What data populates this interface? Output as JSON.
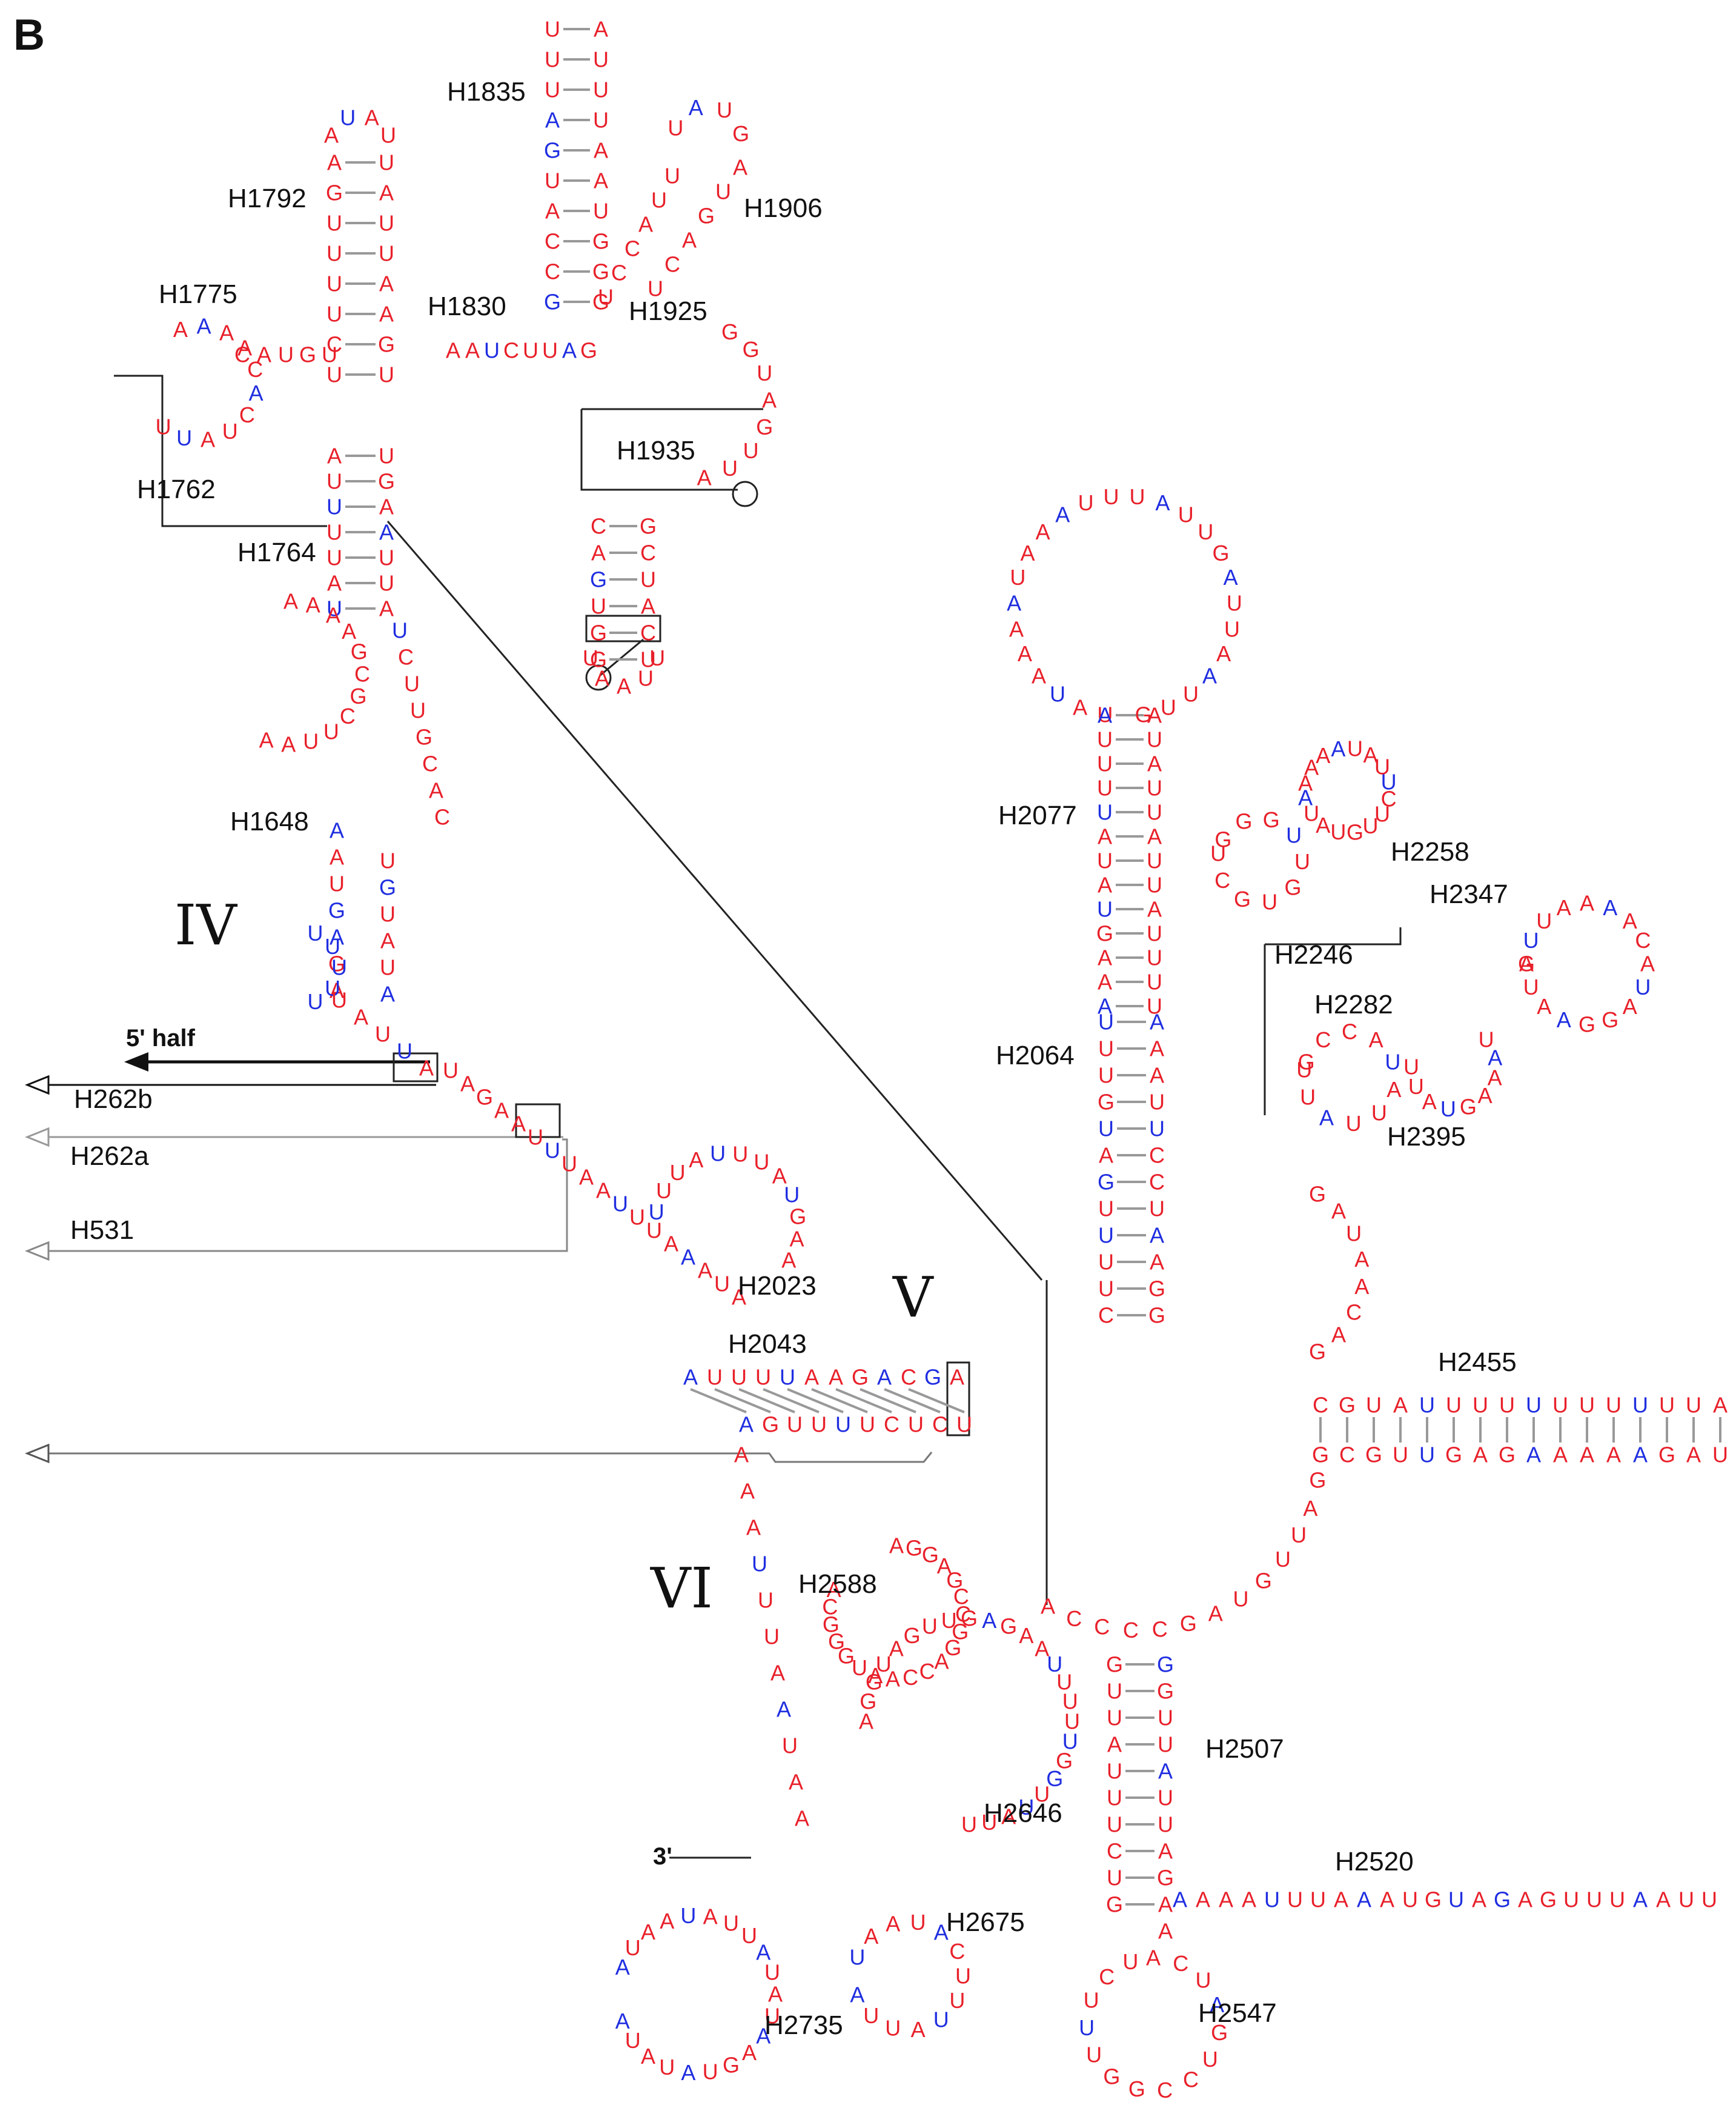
{
  "panel_label": "B",
  "domains": [
    "IV",
    "V",
    "VI"
  ],
  "end_labels": {
    "five_prime": "5' half",
    "three_prime": "3'"
  },
  "helix_labels": [
    "H1835",
    "H1792",
    "H1906",
    "H1775",
    "H1830",
    "H1925",
    "H1935",
    "H1762",
    "H1764",
    "H1648",
    "H262b",
    "H262a",
    "H531",
    "H2023",
    "H2043",
    "H2077",
    "H2258",
    "H2347",
    "H2246",
    "H2282",
    "H2064",
    "H2395",
    "H2455",
    "H2588",
    "H2507",
    "H2646",
    "H2520",
    "H2675",
    "H2547",
    "H2735"
  ],
  "colors": {
    "A": "#e8202a",
    "G": "#e8202a",
    "C": "#e8202a",
    "U": "#e8202a",
    "alt": "#1f2ee0",
    "dark": "#3a1a6a",
    "line": "#222222"
  },
  "nucleotide_strands": [
    {
      "id": "h1835_l",
      "seq": "UUUAGUACCG",
      "color": "mixed"
    },
    {
      "id": "h1835_r",
      "seq": "AUUUAAUGGG",
      "color": "red"
    },
    {
      "id": "h1792_l",
      "seq": "AGUUUUCU",
      "color": "red"
    },
    {
      "id": "h1792_r",
      "seq": "UAUUAAGU",
      "color": "red"
    },
    {
      "id": "h1792_loop",
      "seq": "AUAU",
      "color": "mixed"
    },
    {
      "id": "h1906_l",
      "seq": "UUACCU",
      "color": "red"
    },
    {
      "id": "h1906_r",
      "seq": "AUGACU",
      "color": "red"
    },
    {
      "id": "h1906_loop",
      "seq": "UAUG",
      "color": "mixed"
    },
    {
      "id": "h1775_loop",
      "seq": "AAAACACUAUU",
      "color": "mixed"
    },
    {
      "id": "h1775_stem",
      "seq": "CAUGU",
      "color": "red"
    },
    {
      "id": "h1830_l",
      "seq": "AAUCUUAG",
      "color": "mixed"
    },
    {
      "id": "h1925_seg",
      "seq": "GGUAGUUA",
      "color": "red"
    },
    {
      "id": "h1935_l",
      "seq": "CAGUGG",
      "color": "mixed"
    },
    {
      "id": "h1935_r",
      "seq": "GCUACU",
      "color": "mixed"
    },
    {
      "id": "h1935_loop",
      "seq": "UUAAU",
      "color": "red"
    },
    {
      "id": "h1762_l",
      "seq": "AUUUUAU",
      "color": "mixed"
    },
    {
      "id": "h1762_r",
      "seq": "UGAAUUA",
      "color": "mixed"
    },
    {
      "id": "h1764_loop",
      "seq": "AAAAGCGCUUAA",
      "color": "red"
    },
    {
      "id": "h1764_r",
      "seq": "UCUUGCAC",
      "color": "mixed"
    },
    {
      "id": "h1648_l",
      "seq": "AAUGAGA",
      "color": "mixed"
    },
    {
      "id": "h1648_r",
      "seq": "UGUAUA",
      "color": "mixed"
    },
    {
      "id": "h1648_bulge",
      "seq": "UUUUU",
      "color": "blue"
    },
    {
      "id": "h1648_base",
      "seq": "UAUUA",
      "color": "mixed"
    },
    {
      "id": "linker_45",
      "seq": "UAGAAUUUAAUUUAAAUA",
      "color": "mixed"
    },
    {
      "id": "h2023",
      "seq": "UUUAUUUAUGAA",
      "color": "mixed"
    },
    {
      "id": "h2043_top",
      "seq": "AUUUUAAGACGA",
      "color": "mixed"
    },
    {
      "id": "h2043_bot",
      "seq": "AGUUUUCUCU",
      "color": "mixed"
    },
    {
      "id": "h2077_loop",
      "seq": "UAUAAAAUAAAUUUAUUGAUUAAUUG",
      "color": "mixed"
    },
    {
      "id": "h2077_l",
      "seq": "AUUUUAUAUGAAA",
      "color": "mixed"
    },
    {
      "id": "h2077_r",
      "seq": "AUAUUAUUAUUUU",
      "color": "red"
    },
    {
      "id": "h2258",
      "seq": "AAAAUAUUCUUGUAUA",
      "color": "mixed"
    },
    {
      "id": "h2246",
      "seq": "GGGUUGUGCU",
      "color": "mixed"
    },
    {
      "id": "h2347",
      "seq": "AUUAAAACAUAGGAAUG",
      "color": "mixed"
    },
    {
      "id": "h2282",
      "seq": "GCCAUAUUAUU",
      "color": "mixed"
    },
    {
      "id": "h2395",
      "seq": "UAAAGUAUU",
      "color": "mixed"
    },
    {
      "id": "h2064_l",
      "seq": "UUUGUAGUUUUC",
      "color": "mixed"
    },
    {
      "id": "h2064_r",
      "seq": "AAAUUCCUAAGG",
      "color": "mixed"
    },
    {
      "id": "h2455_top",
      "seq": "CGUAUUUUUUUUUUUAGU",
      "color": "mixed"
    },
    {
      "id": "h2455_bot",
      "seq": "GCGUUGAGAAAAAGAUAU",
      "color": "mixed"
    },
    {
      "id": "h2455_loop",
      "seq": "GAUAACAG",
      "color": "red"
    },
    {
      "id": "domain6_ring",
      "seq": "GAUUGUAGCCCCA",
      "color": "red"
    },
    {
      "id": "h2588",
      "seq": "AGGAGCCGGACCAAUGGGCA",
      "color": "red"
    },
    {
      "id": "h2507_l",
      "seq": "GUUAUUUCUG",
      "color": "red"
    },
    {
      "id": "h2507_r",
      "seq": "GGUUAUUAGAA",
      "color": "mixed"
    },
    {
      "id": "h2646",
      "seq": "AGGUAGUUGAGAAUUUUUGGUUAUU",
      "color": "mixed"
    },
    {
      "id": "h2520",
      "seq": "AAAAUUUAAAUGUAGAGUUUAAUUUGAAA",
      "color": "mixed"
    },
    {
      "id": "h2675",
      "seq": "UAAUACUUUAUUA",
      "color": "mixed"
    },
    {
      "id": "h2547",
      "seq": "ACUAGUCCGGUUUCU",
      "color": "mixed"
    },
    {
      "id": "h2735",
      "seq": "AUAAUAUUAUAUAAGUAUAUA",
      "color": "mixed"
    },
    {
      "id": "linker_56",
      "seq": "AAAUUUAAUAA",
      "color": "mixed"
    }
  ]
}
